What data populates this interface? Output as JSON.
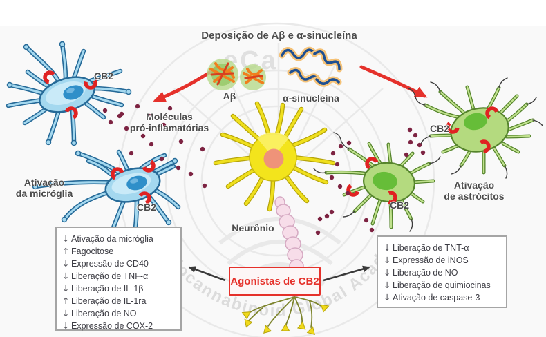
{
  "title": "Deposição de Aβ e α-sinucleína",
  "deposits": {
    "abeta_label": "Aβ",
    "asyn_label": "α-sinucleína"
  },
  "labels": {
    "molecules_line1": "Moléculas",
    "molecules_line2": "pró-inflamatórias",
    "microglia_line1": "Ativação",
    "microglia_line2": "da micróglia",
    "astrocyte_line1": "Ativação",
    "astrocyte_line2": "de astrócitos",
    "neuron": "Neurônio"
  },
  "receptor_tags": {
    "microglia_top": "CB2",
    "microglia_bottom": "CB2",
    "astrocyte_small": "CB2",
    "astrocyte_large": "CB2"
  },
  "agonist_box": {
    "label": "Agonistas de CB2"
  },
  "left_box": {
    "items": [
      {
        "arrow": "↓",
        "text": "Ativação da micróglia"
      },
      {
        "arrow": "↑",
        "text": "Fagocitose"
      },
      {
        "arrow": "↓",
        "text": "Expressão de CD40"
      },
      {
        "arrow": "↓",
        "text": "Liberação de TNF-α"
      },
      {
        "arrow": "↓",
        "text": "Liberação de IL-1β"
      },
      {
        "arrow": "↑",
        "text": "Liberação de IL-1ra"
      },
      {
        "arrow": "↓",
        "text": "Liberação de NO"
      },
      {
        "arrow": "↓",
        "text": "Expressão de COX-2"
      }
    ]
  },
  "right_box": {
    "items": [
      {
        "arrow": "↓",
        "text": "Liberação de TNT-α"
      },
      {
        "arrow": "↓",
        "text": "Expressão de iNOS"
      },
      {
        "arrow": "↓",
        "text": "Liberação de NO"
      },
      {
        "arrow": "↓",
        "text": "Liberação de quimiocinas"
      },
      {
        "arrow": "↓",
        "text": "Ativação de caspase-3"
      }
    ]
  },
  "watermark": {
    "fragment": "eCa",
    "arc_text": "Endocannabinoid Global Academy"
  },
  "colors": {
    "accent_red": "#e5312b",
    "microglia_blue": "#a4d8ef",
    "astrocyte_green": "#b4da7f",
    "neuron_yellow": "#f3e41c",
    "molecule_dot": "#7d2342"
  }
}
